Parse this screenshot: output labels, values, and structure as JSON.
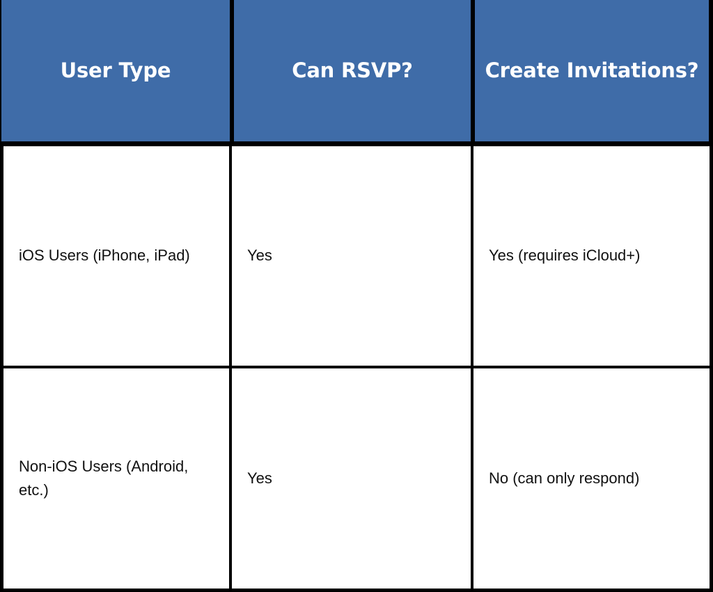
{
  "table": {
    "columns": [
      {
        "label": "User Type"
      },
      {
        "label": "Can RSVP?"
      },
      {
        "label": "Create Invitations?"
      }
    ],
    "rows": [
      {
        "user_type": "iOS Users (iPhone, iPad)",
        "can_rsvp": "Yes",
        "create_invitations": "Yes (requires iCloud+)"
      },
      {
        "user_type": "Non-iOS Users (Android, etc.)",
        "can_rsvp": "Yes",
        "create_invitations": "No (can only respond)"
      }
    ],
    "colors": {
      "header_background": "#3f6ca8",
      "header_text": "#ffffff",
      "border": "#000000",
      "cell_background": "#ffffff",
      "cell_text": "#111111"
    }
  }
}
